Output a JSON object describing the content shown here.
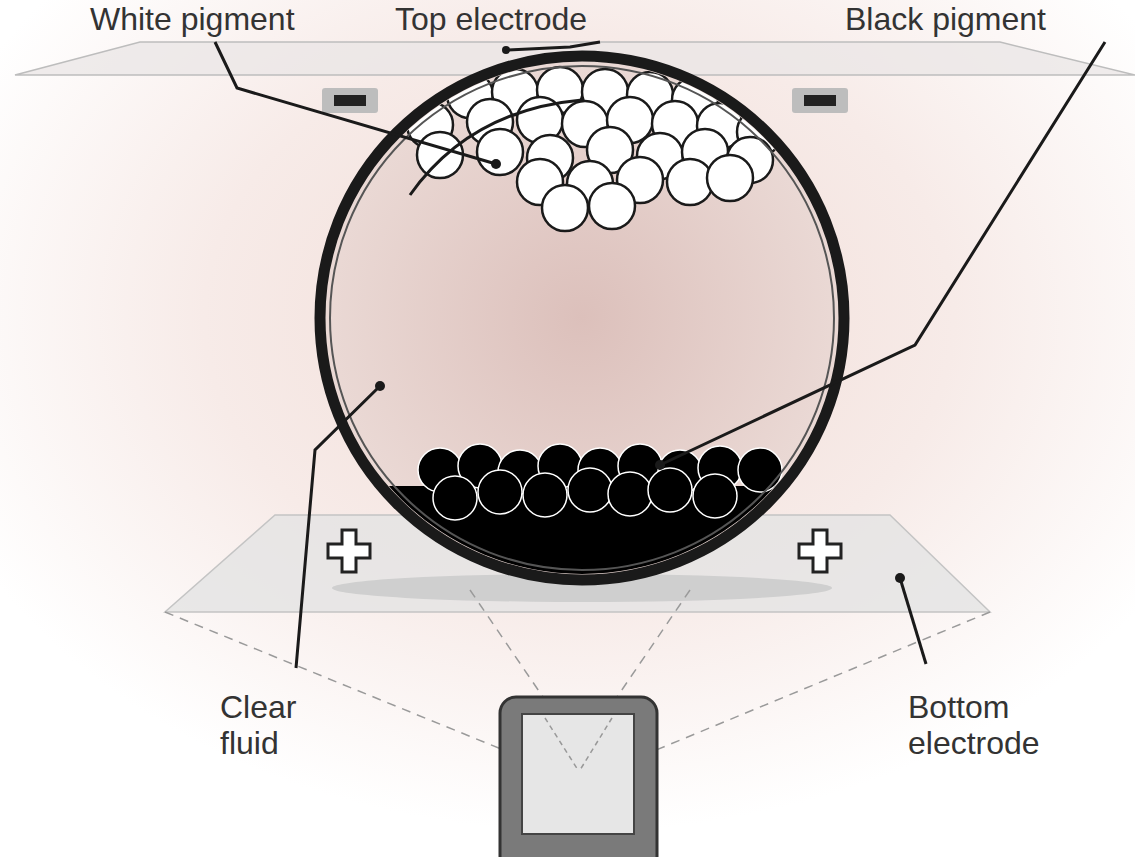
{
  "diagram": {
    "labels": [
      "White pigment",
      "Top electrode",
      "Black pigment",
      "Clear fluid",
      "Bottom electrode"
    ]
  }
}
